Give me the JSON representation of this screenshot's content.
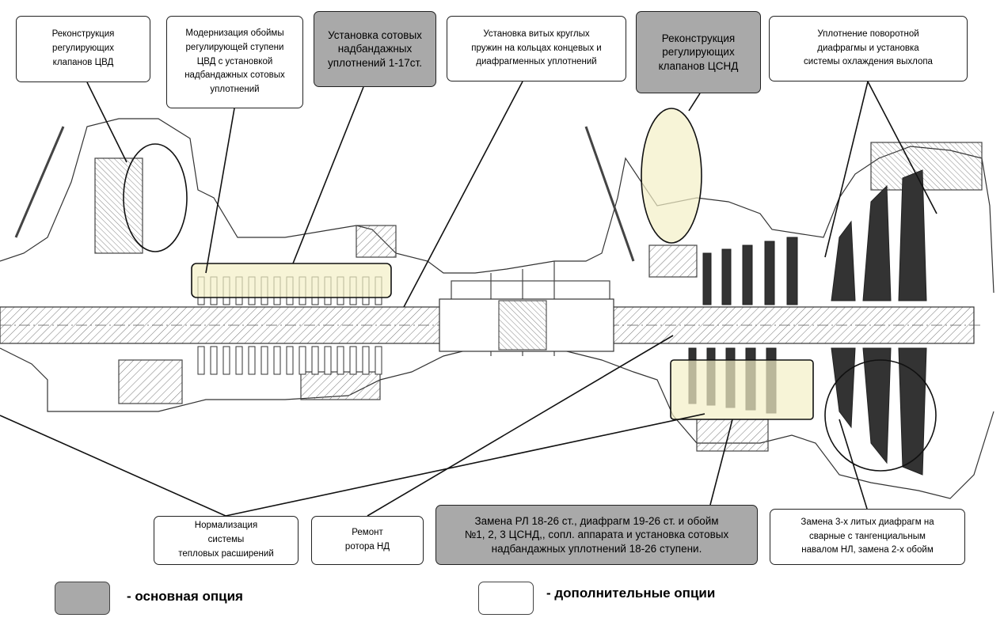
{
  "callouts": {
    "hpc_valves": "Реконструкция\nрегулирующих\nклапанов ЦВД",
    "hpc_holder": "Модернизация обоймы\nрегулирующей ступени\nЦВД с установкой\nнадбандажных сотовых\nуплотнений",
    "honeycomb_1_17": "Установка сотовых\nнадбандажных\nуплотнений 1-17ст.",
    "springs": "Установка витых круглых\nпружин на кольцах концевых и\nдиафрагменных уплотнений",
    "lpc_valves": "Реконструкция\nрегулирующих\nклапанов ЦСНД",
    "diaphragm_seal": "Уплотнение поворотной\nдиафрагмы и установка\nсистемы   охлаждения выхлопа",
    "thermal_expansion": "Нормализация\nсистемы\nтепловых расширений",
    "rotor_repair": "Ремонт\nротора НД",
    "blades_replacement": "Замена РЛ 18-26 ст., диафрагм 19-26 ст. и обойм\n№1, 2, 3 ЦСНД,, сопл. аппарата и установка сотовых\nнадбандажных уплотнений 18-26 ступени.",
    "cast_diaphragms": "Замена 3-х литых диафрагм на\nсварные с тангенциальным\nнавалом НЛ, замена 2-х обойм"
  },
  "legend": {
    "main_option": "- основная опция",
    "extra_options": "- дополнительные опции"
  },
  "colors": {
    "main_option_fill": "#a9a9a9",
    "highlight_fill": "#f3efc6",
    "line": "#222222"
  }
}
